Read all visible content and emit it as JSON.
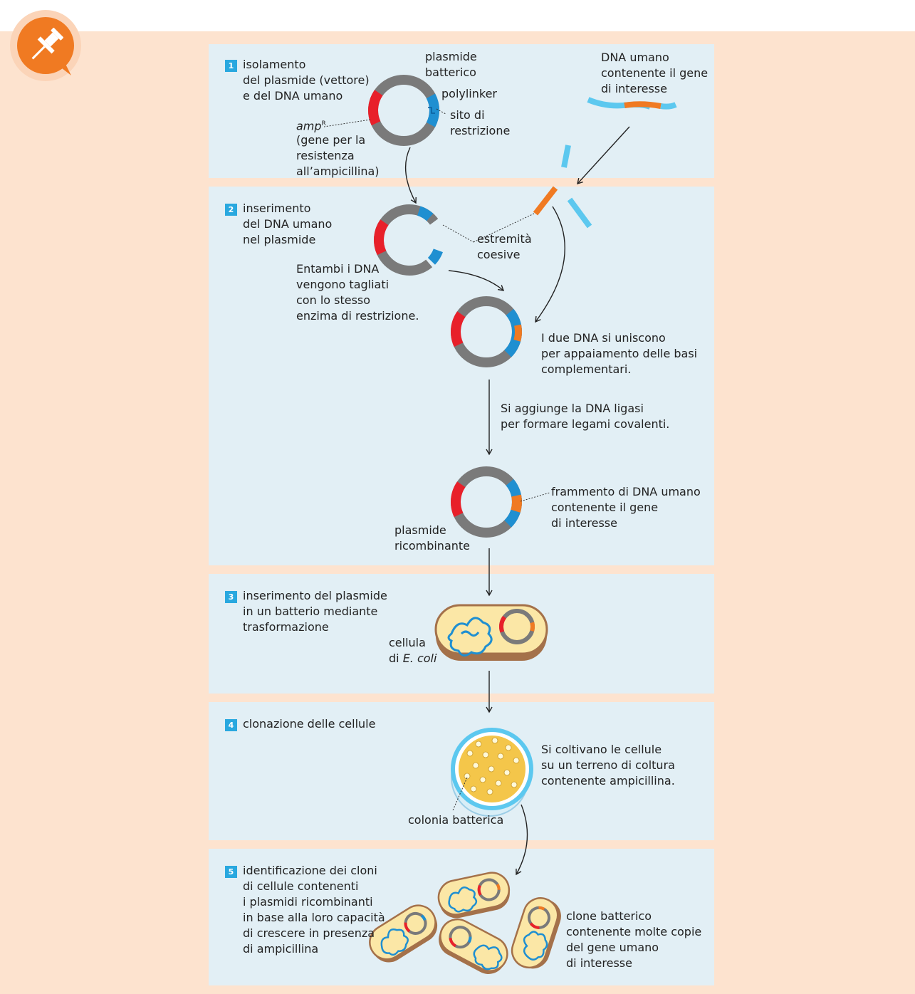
{
  "steps": [
    {
      "number": "1",
      "title_lines": [
        "isolamento",
        "del plasmide (vettore)",
        "e del DNA umano"
      ]
    },
    {
      "number": "2",
      "title_lines": [
        "inserimento",
        "del DNA umano",
        "nel plasmide"
      ]
    },
    {
      "number": "3",
      "title_lines": [
        "inserimento del plasmide",
        "in un batterio mediante",
        "trasformazione"
      ]
    },
    {
      "number": "4",
      "title_lines": [
        "clonazione delle cellule"
      ]
    },
    {
      "number": "5",
      "title_lines": [
        "identificazione dei cloni",
        "di cellule contenenti",
        "i plasmidi ricombinanti",
        "in base alla loro capacità",
        "di crescere in presenza",
        "di ampicillina"
      ]
    }
  ],
  "labels": {
    "plasmid": [
      "plasmide",
      "batterico"
    ],
    "polylinker": "polylinker",
    "restriction_site": [
      "sito di",
      "restrizione"
    ],
    "amp_gene": "amp",
    "amp_sup": "R",
    "amp_desc": [
      "(gene per la",
      "resistenza",
      "all’ampicillina)"
    ],
    "human_dna": [
      "DNA umano",
      "contenente il gene",
      "di interesse"
    ],
    "sticky_ends": [
      "estremità",
      "coesive"
    ],
    "cut_note": [
      "Entambi i DNA",
      "vengono tagliati",
      "con lo stesso",
      "enzima di restrizione."
    ],
    "join_note": [
      "I due DNA si uniscono",
      "per appaiamento delle basi",
      "complementari."
    ],
    "ligase_note": [
      "Si aggiunge la DNA ligasi",
      "per formare legami covalenti."
    ],
    "fragment": [
      "frammento di DNA umano",
      "contenente il gene",
      "di interesse"
    ],
    "recombinant": [
      "plasmide",
      "ricombinante"
    ],
    "cell": "cellula",
    "cell_species_prefix": "di ",
    "cell_species": "E. coli",
    "culture_note": [
      "Si coltivano le cellule",
      "su un terreno di coltura",
      "contenente ampicillina."
    ],
    "colony": "colonia batterica",
    "clone": [
      "clone batterico",
      "contenente molte copie",
      "del gene umano",
      "di interesse"
    ]
  },
  "colors": {
    "outer_bg": "#fde3cf",
    "panel_bg": "#e2eff5",
    "plasmid": "#7a7a7a",
    "amp": "#e8202a",
    "polylinker": "#1f8fd1",
    "human_gene": "#f07a22",
    "human_dna": "#5cc8ef",
    "cell_fill": "#fbe7a6",
    "cell_edge": "#a4714a",
    "pin": "#f07a22"
  },
  "icons": {
    "pin": "pushpin-icon"
  }
}
